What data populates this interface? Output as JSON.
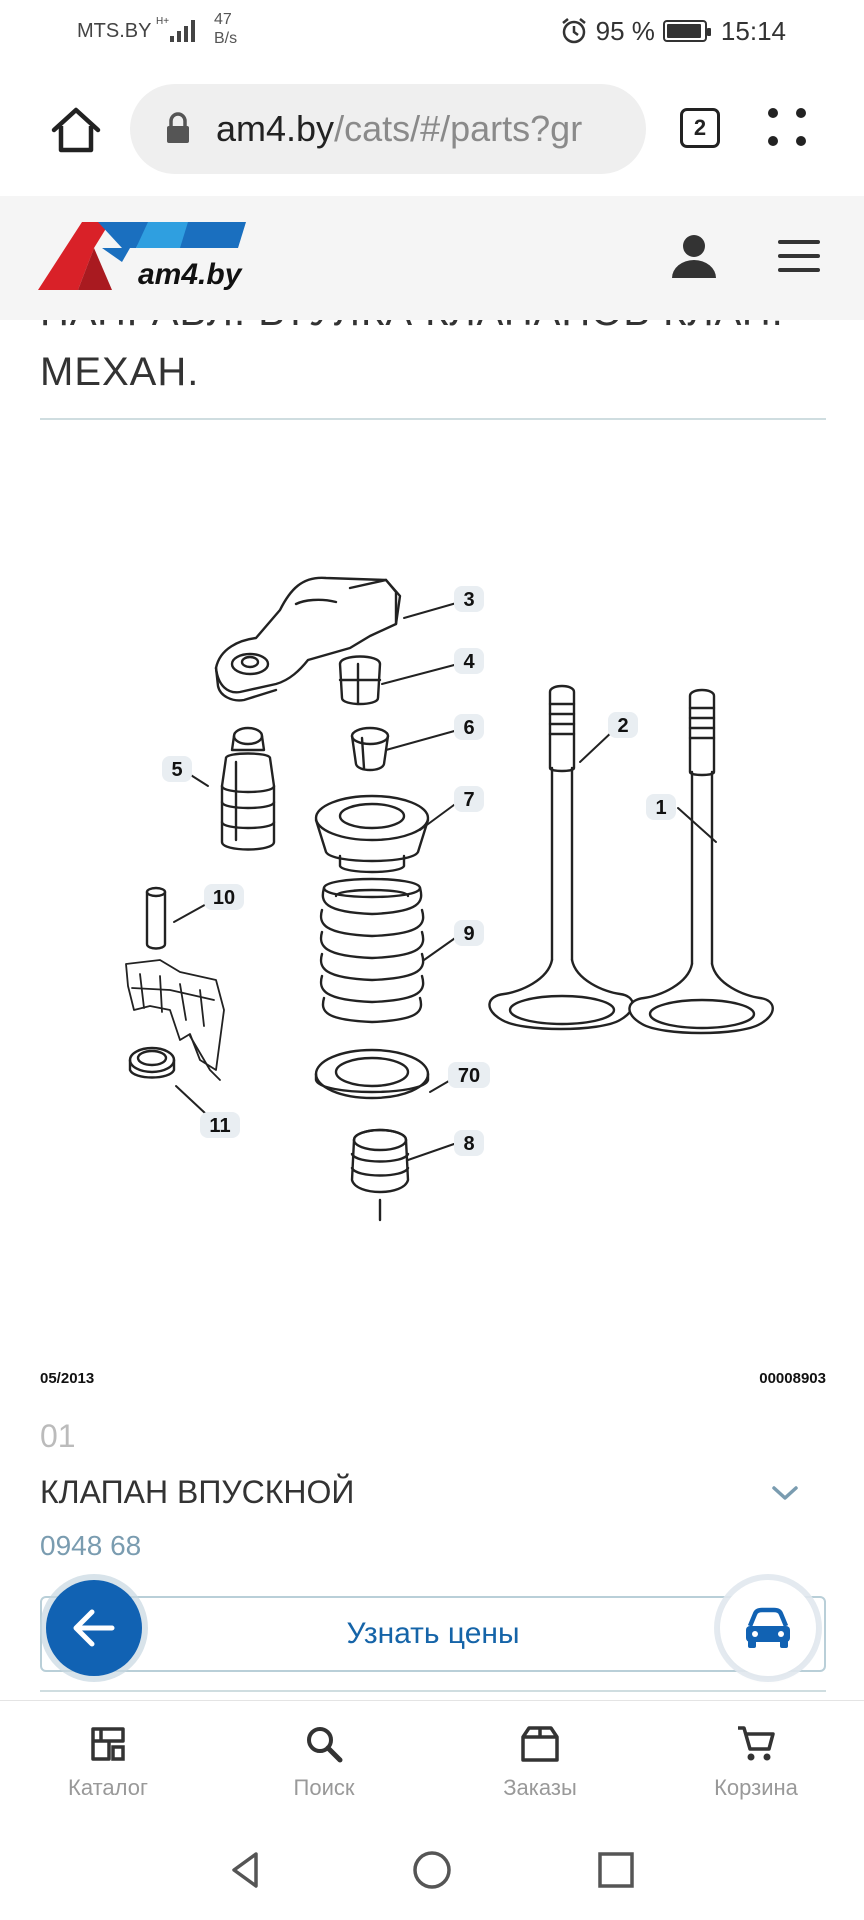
{
  "status_bar": {
    "carrier": "MTS.BY",
    "net_type": "H+",
    "speed_value": "47",
    "speed_unit": "B/s",
    "battery_percent": "95 %",
    "battery_level": 0.95,
    "time": "15:14"
  },
  "browser": {
    "url_domain": "am4.by",
    "url_path": "/cats/#/parts?gr",
    "tab_count": "2"
  },
  "site": {
    "logo_text": "am4.by",
    "logo_colors": [
      "#d92128",
      "#1a6fbf",
      "#2f9fe0"
    ]
  },
  "page": {
    "title_clipped": "НАПРАВЛ. ВТУЛКА КЛАПАНОВ КЛАП.",
    "title_line2": "МЕХАН."
  },
  "diagram": {
    "callouts": [
      "3",
      "4",
      "6",
      "2",
      "7",
      "5",
      "1",
      "10",
      "9",
      "70",
      "8",
      "11"
    ],
    "date": "05/2013",
    "code": "00008903"
  },
  "part": {
    "number": "01",
    "name": "КЛАПАН ВПУСКНОЙ",
    "code": "0948 68",
    "price_button": "Узнать цены"
  },
  "bottom_nav": {
    "items": [
      {
        "label": "Каталог",
        "icon": "catalog-icon"
      },
      {
        "label": "Поиск",
        "icon": "search-icon"
      },
      {
        "label": "Заказы",
        "icon": "box-icon"
      },
      {
        "label": "Корзина",
        "icon": "cart-icon"
      }
    ]
  },
  "colors": {
    "accent": "#1162b3",
    "nav_label": "#999999",
    "part_code": "#7a9cb0"
  }
}
